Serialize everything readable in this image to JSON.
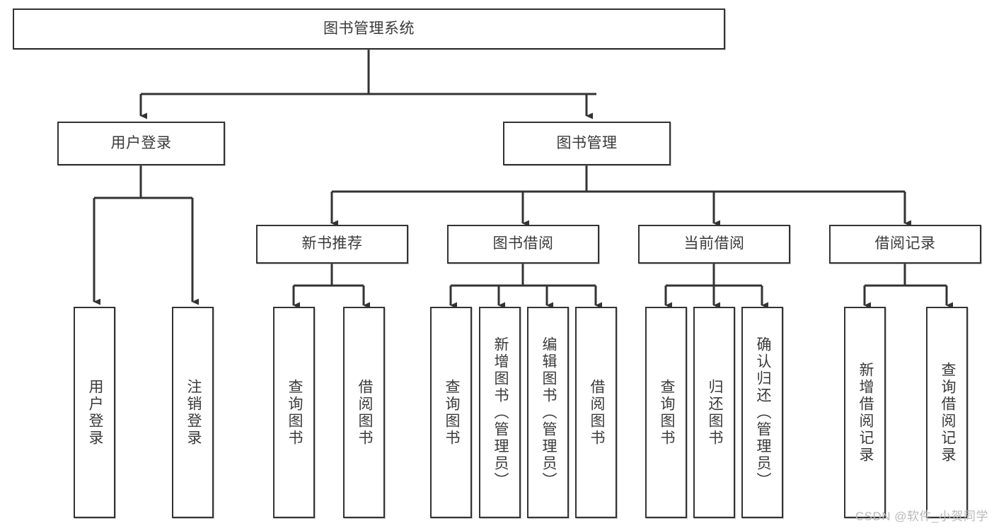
{
  "diagram": {
    "title": "图书管理系统",
    "watermark": "CSDN @软件_小贺同学",
    "colors": {
      "border": "#333333",
      "text": "#3a3a3a",
      "background": "#ffffff",
      "watermark": "#b9b9b9"
    },
    "levels": {
      "root": {
        "label": "图书管理系统"
      },
      "level2": [
        {
          "label": "用户登录"
        },
        {
          "label": "图书管理"
        }
      ],
      "level3": [
        {
          "label": "新书推荐"
        },
        {
          "label": "图书借阅"
        },
        {
          "label": "当前借阅"
        },
        {
          "label": "借阅记录"
        }
      ],
      "leaves_user_login": [
        {
          "label": "用户登录"
        },
        {
          "label": "注销登录"
        }
      ],
      "leaves_new_books": [
        {
          "label": "查询图书"
        },
        {
          "label": "借阅图书"
        }
      ],
      "leaves_borrow": [
        {
          "label": "查询图书"
        },
        {
          "label": "新增图书（管理员）"
        },
        {
          "label": "编辑图书（管理员）"
        },
        {
          "label": "借阅图书"
        }
      ],
      "leaves_current": [
        {
          "label": "查询图书"
        },
        {
          "label": "归还图书"
        },
        {
          "label": "确认归还（管理员）"
        }
      ],
      "leaves_records": [
        {
          "label": "新增借阅记录"
        },
        {
          "label": "查询借阅记录"
        }
      ]
    }
  }
}
